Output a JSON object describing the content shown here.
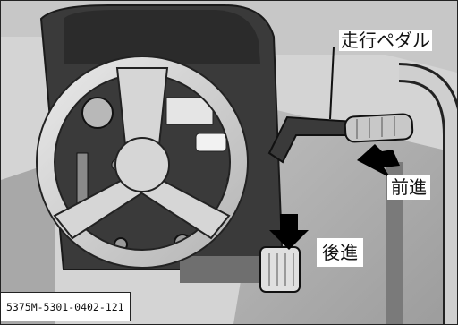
{
  "labels": {
    "pedal_title": "走行ペダル",
    "forward": "前進",
    "backward": "後進",
    "figure_code": "5375M-5301-0402-121"
  },
  "icons": [
    "steering-wheel-icon",
    "forward-arrow-icon",
    "backward-arrow-icon",
    "pedal-icon"
  ],
  "colors": {
    "background": "#d9d9d9",
    "dashboard": "#3a3a3a",
    "wheel": "#cfcfcf",
    "arrow": "#000000",
    "text": "#111111"
  }
}
